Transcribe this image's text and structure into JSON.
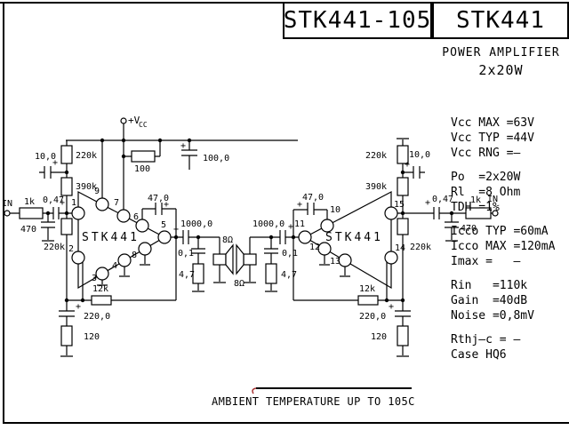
{
  "window": {
    "bg": "#ffffff",
    "ink": "#000000",
    "artifact_color": "#a83232"
  },
  "header": {
    "part_number": "STK441-105",
    "family": "STK441",
    "subtitle": "POWER AMPLIFIER",
    "power_rating": "2x20W"
  },
  "specs": {
    "groups": [
      [
        "Vcc MAX =63V",
        "Vcc TYP =44V",
        "Vcc RNG =–"
      ],
      [
        "Po  =2x20W",
        "Rl  =8 Ohm",
        "TDH =1%"
      ],
      [
        "Icco TYP =60mA",
        "Icco MAX =120mA",
        "Imax =   –"
      ],
      [
        "Rin   =110k",
        "Gain  =40dB",
        "Noise =0,8mV"
      ],
      [
        "Rthj–c = –",
        "Case HQ6"
      ]
    ]
  },
  "note": {
    "text": "AMBIENT TEMPERATURE UP TO 105C"
  },
  "sch": {
    "plus": "+",
    "vcc": {
      "main": "+V",
      "sub": "CC"
    },
    "ic": {
      "left": "STK441",
      "right": "STK441"
    },
    "pins": {
      "p1": "1",
      "p2": "2",
      "p3": "3",
      "p4": "4",
      "p5": "5",
      "p6": "6",
      "p7": "7",
      "p8": "8",
      "p9": "9",
      "p10": "10",
      "p11": "11",
      "p12": "12",
      "p13": "13",
      "p14": "14",
      "p15": "15"
    },
    "left": {
      "in": "IN",
      "r_series": "1k",
      "c_shunt": "470",
      "c_in": "0,47",
      "c_decouple": "10,0",
      "r_top": "220k",
      "r_mid": "390k",
      "r_bias": "220k",
      "r_supply": "100",
      "c_supply": "100,0",
      "c_boot": "47,0",
      "c_out": "1000,0",
      "c_zobel": "0,1",
      "r_zobel": "4,7",
      "speaker": "8Ω",
      "r_fb": "12k",
      "c_fb": "220,0",
      "r_gnd": "120"
    },
    "right": {
      "in": "IN",
      "r_series": "1k",
      "c_shunt": "470",
      "c_in": "0,47",
      "c_decouple": "10,0",
      "r_top": "220k",
      "r_mid": "390k",
      "r_bias": "220k",
      "c_boot": "47,0",
      "c_out": "1000,0",
      "c_zobel": "0,1",
      "r_zobel": "4,7",
      "speaker": "8Ω",
      "r_fb": "12k",
      "c_fb": "220,0",
      "r_gnd": "120"
    }
  }
}
